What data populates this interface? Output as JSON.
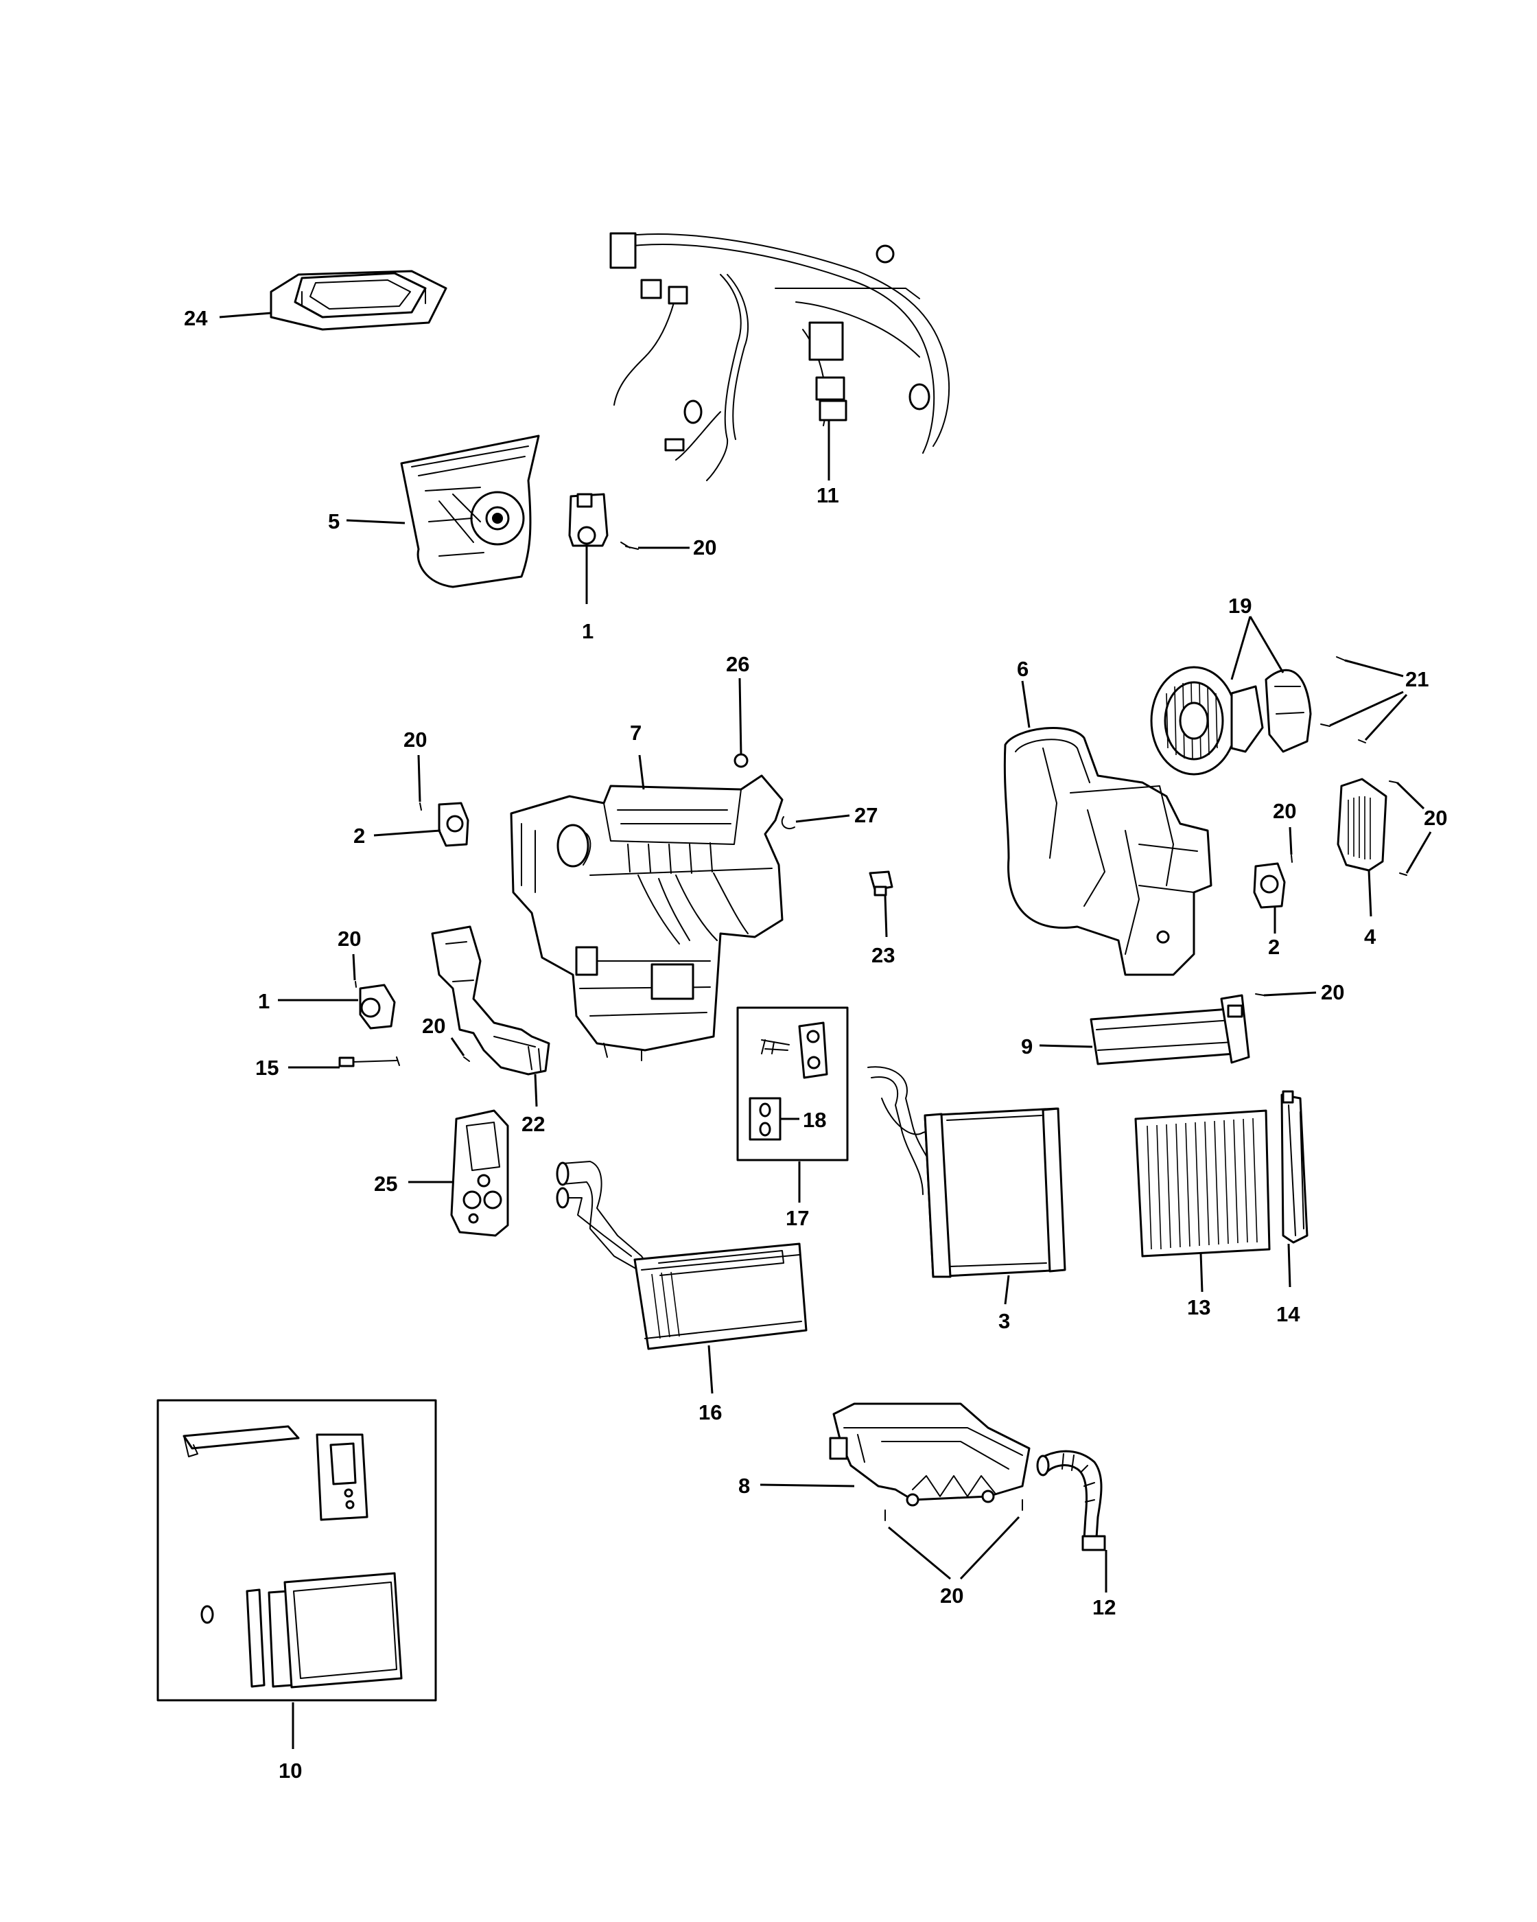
{
  "callouts": {
    "c24": "24",
    "c11": "11",
    "c5": "5",
    "c20a": "20",
    "c1a": "1",
    "c26": "26",
    "c6": "6",
    "c19": "19",
    "c21": "21",
    "c20b": "20",
    "c7": "7",
    "c2a": "2",
    "c27": "27",
    "c20c": "20",
    "c20d": "20",
    "c2b": "2",
    "c4": "4",
    "c23": "23",
    "c20e": "20",
    "c1b": "1",
    "c20f": "20",
    "c15": "15",
    "c9": "9",
    "c20g": "20",
    "c18": "18",
    "c22": "22",
    "c25": "25",
    "c17": "17",
    "c3": "3",
    "c13": "13",
    "c14": "14",
    "c16": "16",
    "c8": "8",
    "c20h": "20",
    "c12": "12",
    "c10": "10"
  },
  "icons": {
    "duct_gasket": "duct-gasket-icon",
    "wiring_harness": "wiring-harness-icon",
    "blower_housing_upper": "blower-housing-upper-icon",
    "actuator": "actuator-icon",
    "screw": "screw-icon",
    "hvac_housing": "hvac-housing-icon",
    "blower_housing_lower": "blower-housing-lower-icon",
    "blower_motor": "blower-motor-icon",
    "resistor": "resistor-icon",
    "ptc_heater": "ptc-heater-icon",
    "expansion_valve": "expansion-valve-icon",
    "evaporator": "evaporator-icon",
    "cabin_filter": "cabin-filter-icon",
    "filter_door": "filter-door-icon",
    "heater_core": "heater-core-icon",
    "lower_case": "lower-case-icon",
    "drain_hose": "drain-hose-icon",
    "seal_kit": "seal-kit-icon"
  }
}
